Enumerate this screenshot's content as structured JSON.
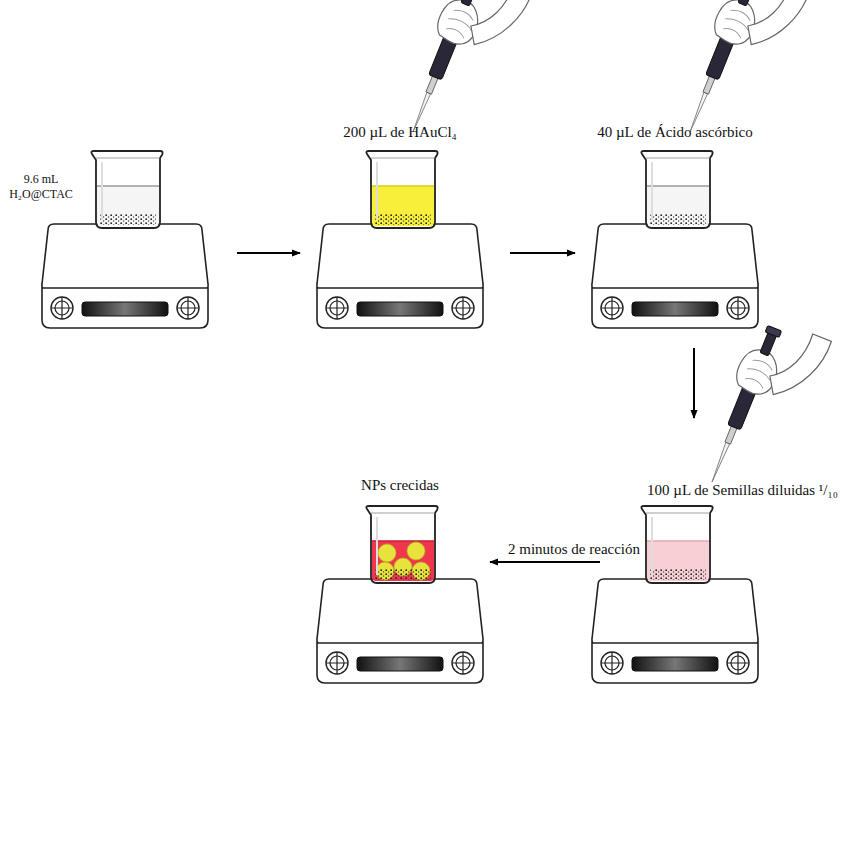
{
  "diagram": {
    "nodes": [
      {
        "text": [
          "9.6 mL H₂O@CTAC"
        ]
      },
      {
        "text": [
          "200 µL de HAuCl₄"
        ]
      },
      {
        "text": [
          "40 µL de Ácido ascórbico"
        ]
      },
      {
        "text": [
          "100 µL de Semillas diluidas ¹/₁₀"
        ]
      },
      {
        "text": [
          "NPs crecidas"
        ]
      }
    ],
    "edges": [
      {
        "from": 0,
        "to": 1,
        "arrow": "to"
      },
      {
        "from": 1,
        "to": 2,
        "arrow": "to"
      },
      {
        "from": 2,
        "to": 3,
        "arrow": "to"
      },
      {
        "from": 3,
        "to": 4,
        "label": "2 minutos de reacción",
        "arrow": "to"
      }
    ]
  }
}
